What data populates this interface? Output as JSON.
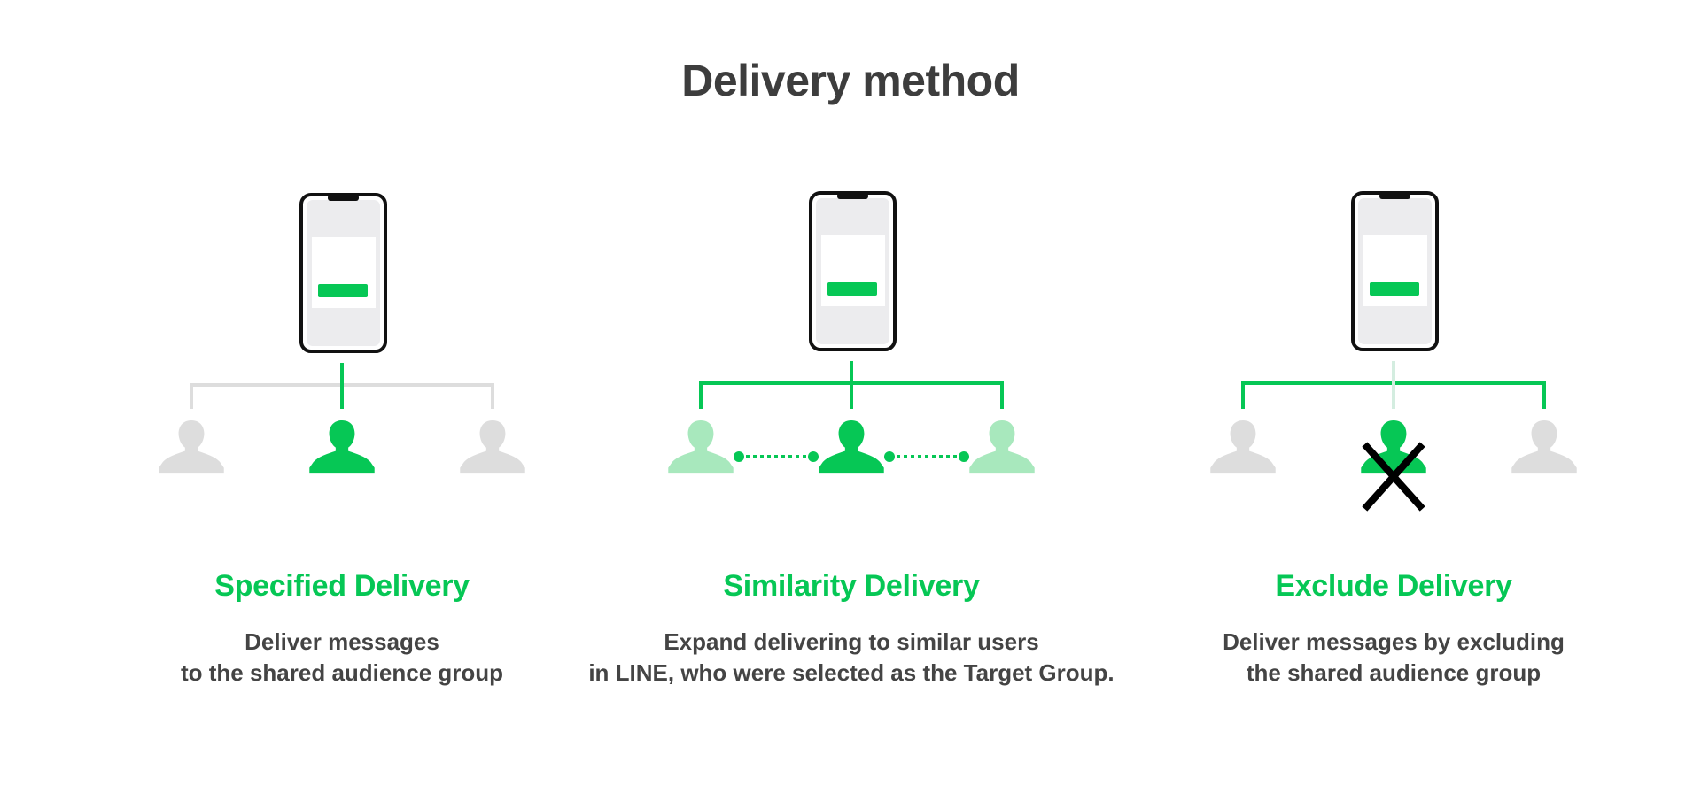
{
  "title": "Delivery method",
  "colors": {
    "accent_green": "#06c755",
    "light_green": "#a8e8bd",
    "inactive_gray": "#dddddd",
    "phone_screen": "#ececee",
    "text_dark": "#3d3d3d",
    "exclude_mark": "#000000"
  },
  "panels": [
    {
      "heading": "Specified Delivery",
      "description": [
        "Deliver messages",
        "to the shared audience group"
      ],
      "icons": [
        "phone-icon",
        "user-icon",
        "user-icon",
        "user-icon"
      ]
    },
    {
      "heading": "Similarity Delivery",
      "description": [
        "Expand delivering to similar users",
        "in LINE, who were selected as the Target Group."
      ],
      "icons": [
        "phone-icon",
        "user-icon",
        "user-icon",
        "user-icon",
        "dotted-link-icon"
      ]
    },
    {
      "heading": "Exclude Delivery",
      "description": [
        "Deliver messages by excluding",
        "the shared audience group"
      ],
      "icons": [
        "phone-icon",
        "user-icon",
        "user-icon",
        "user-icon",
        "cross-mark-icon"
      ]
    }
  ]
}
